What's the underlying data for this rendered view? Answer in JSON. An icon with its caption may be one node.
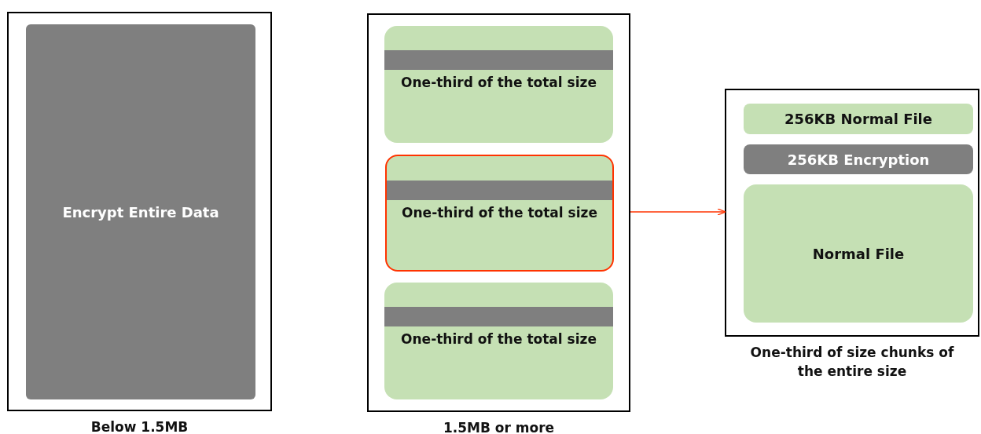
{
  "diagram": {
    "nodes": [
      {
        "text": [
          "Below 1.5MB"
        ]
      },
      {
        "text": [
          "Encrypt Entire Data"
        ],
        "in": 0
      },
      {
        "text": [
          "1.5MB or more"
        ]
      },
      {
        "text": [
          "One-third of the total size"
        ],
        "in": 2
      },
      {
        "text": [
          "One-third of the total size"
        ],
        "in": 2
      },
      {
        "text": [
          "One-third of the total size"
        ],
        "in": 2
      },
      {
        "text": [
          "One-third of size chunks of the entire size"
        ]
      },
      {
        "text": [
          "256KB Normal File"
        ],
        "in": 6
      },
      {
        "text": [
          "256KB Encryption"
        ],
        "in": 6
      },
      {
        "text": [
          "Normal File"
        ],
        "in": 6
      }
    ],
    "edges": [
      {
        "from": 2,
        "to": 6,
        "arrow": "to",
        "color": "#ff3300"
      }
    ]
  }
}
